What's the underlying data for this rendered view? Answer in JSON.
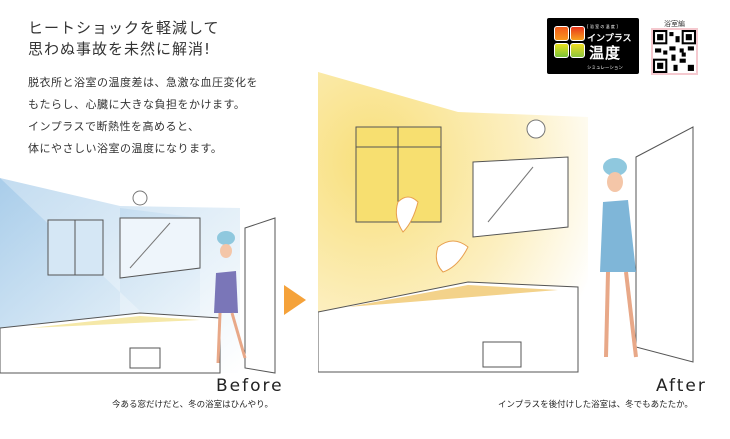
{
  "headline": [
    "ヒートショックを軽減して",
    "思わぬ事故を未然に解消!"
  ],
  "body": [
    "脱衣所と浴室の温度差は、急激な血圧変化を",
    "もたらし、心臓に大きな負担をかけます。",
    "インプラスで断熱性を高めると、",
    "体にやさしい浴室の温度になります。"
  ],
  "logo": {
    "top": "[ 浴 室 の 温 度 ]",
    "brand": "インプラス",
    "title": "温度",
    "sub": "シミュレーション"
  },
  "qr": {
    "label": "浴室編"
  },
  "before": {
    "label": "Before",
    "caption": "今ある窓だけだと、冬の浴室はひんやり。"
  },
  "after": {
    "label": "After",
    "caption": "インプラスを後付けした浴室は、冬でもあたたか。"
  },
  "colors": {
    "arrow": "#f5a23a",
    "cold": "#bcd8ef",
    "warm": "#fbe9a0"
  }
}
